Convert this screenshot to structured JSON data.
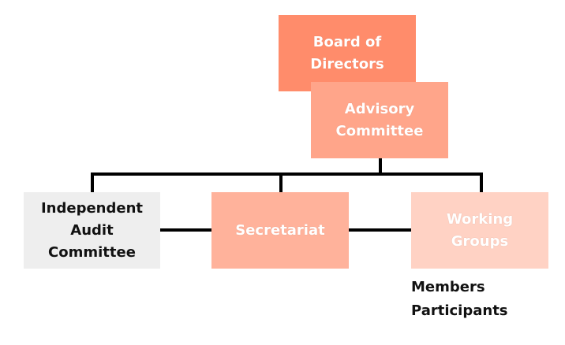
{
  "nodes": {
    "board": {
      "label_line1": "Board of",
      "label_line2": "Directors",
      "color": "#FF8C6B"
    },
    "advisory": {
      "label_line1": "Advisory",
      "label_line2": "Committee",
      "color": "#FFA58A"
    },
    "audit": {
      "label_line1": "Independent",
      "label_line2": "Audit",
      "label_line3": "Committee",
      "color": "#EEEEEE"
    },
    "secretariat": {
      "label": "Secretariat",
      "color": "#FFB29B"
    },
    "working_groups": {
      "label_line1": "Working",
      "label_line2": "Groups",
      "color": "#FFD2C4"
    }
  },
  "notes": {
    "line1": "Members",
    "line2": "Participants"
  }
}
